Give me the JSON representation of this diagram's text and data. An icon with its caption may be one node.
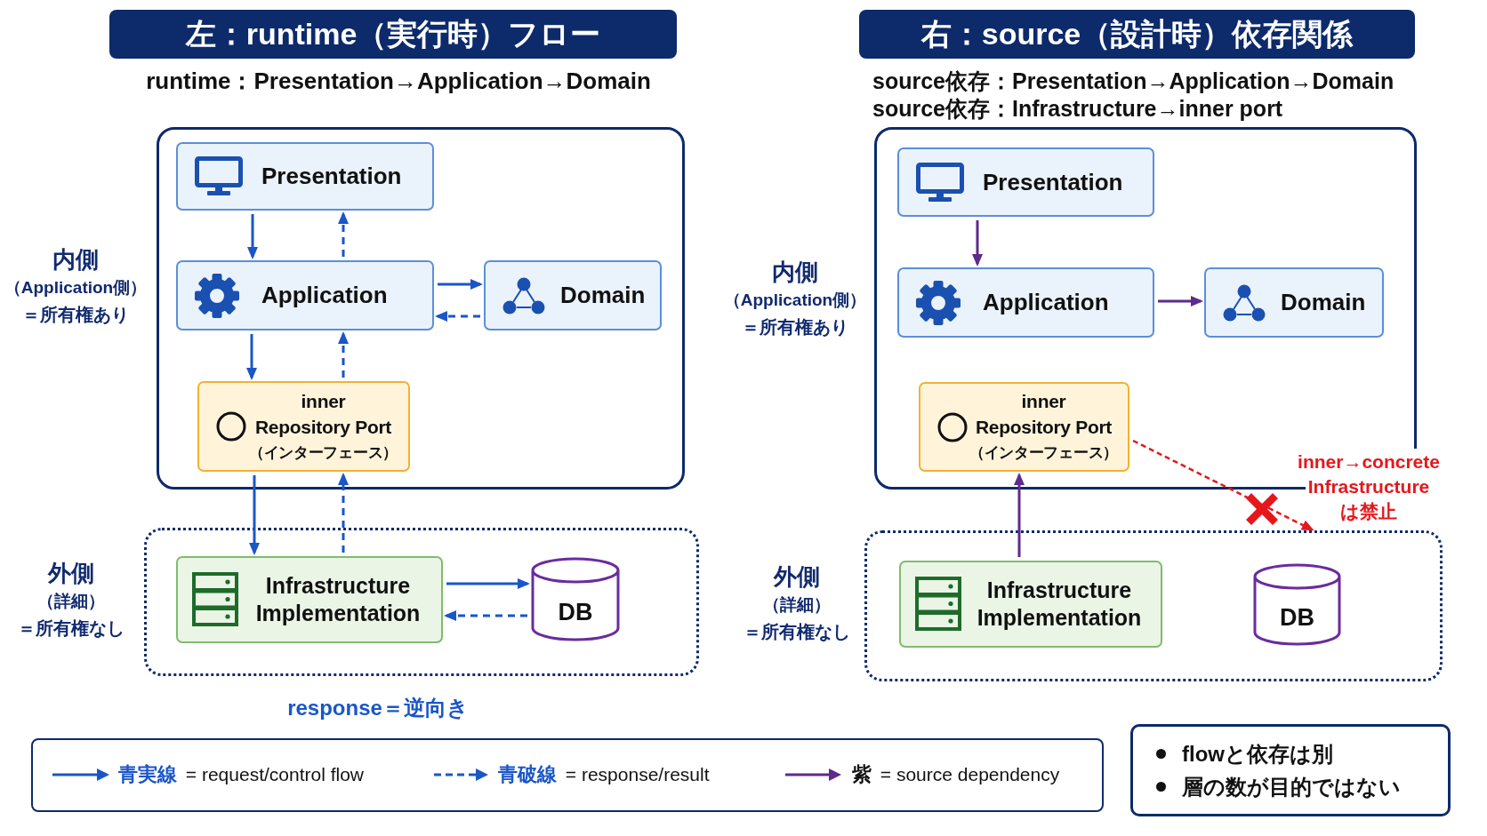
{
  "diagram": {
    "nodes": [
      {
        "text": [
          "左：runtime（実行時）フロー"
        ]
      },
      {
        "text": [],
        "shape": "box",
        "beside": [
          "内側",
          "（Application側）",
          "＝所有権あり"
        ]
      },
      {
        "text": [
          "Presentation"
        ],
        "in": 1
      },
      {
        "text": [
          "Application"
        ],
        "in": 1
      },
      {
        "text": [
          "Domain"
        ],
        "in": 1
      },
      {
        "text": [
          "inner",
          "Repository Port",
          "（インターフェース）"
        ],
        "in": 1
      },
      {
        "text": [],
        "shape": "box",
        "beside": [
          "外側",
          "（詳細）",
          "＝所有権なし"
        ]
      },
      {
        "text": [
          "Infrastructure Implementation"
        ],
        "in": 6
      },
      {
        "text": [
          "DB"
        ],
        "in": 6
      },
      {
        "text": [
          "右：source（設計時）依存関係"
        ]
      },
      {
        "text": [],
        "shape": "box",
        "beside": [
          "内側",
          "（Application側）",
          "＝所有権あり"
        ]
      },
      {
        "text": [
          "Presentation"
        ],
        "in": 10
      },
      {
        "text": [
          "Application"
        ],
        "in": 10
      },
      {
        "text": [
          "Domain"
        ],
        "in": 10
      },
      {
        "text": [
          "inner",
          "Repository Port",
          "（インターフェース）"
        ],
        "in": 10
      },
      {
        "text": [],
        "shape": "box",
        "beside": [
          "外側",
          "（詳細）",
          "＝所有権なし"
        ]
      },
      {
        "text": [
          "Infrastructure Implementation"
        ],
        "in": 15
      },
      {
        "text": [
          "DB"
        ],
        "in": 15
      },
      {
        "text": [
          "flowと依存は別",
          "層の数が目的ではない"
        ]
      }
    ],
    "edges": [
      {
        "from": 2,
        "to": 3,
        "arrow": "to"
      },
      {
        "from": 3,
        "to": 2,
        "arrow": "to",
        "style": "dashed"
      },
      {
        "from": 3,
        "to": 4,
        "arrow": "to"
      },
      {
        "from": 4,
        "to": 3,
        "arrow": "to",
        "style": "dashed"
      },
      {
        "from": 3,
        "to": 5,
        "arrow": "to"
      },
      {
        "from": 5,
        "to": 3,
        "arrow": "to",
        "style": "dashed"
      },
      {
        "from": 5,
        "to": 7,
        "arrow": "to"
      },
      {
        "from": 7,
        "to": 5,
        "arrow": "to",
        "style": "dashed"
      },
      {
        "from": 7,
        "to": 8,
        "arrow": "to"
      },
      {
        "from": 8,
        "to": 7,
        "arrow": "to",
        "style": "dashed"
      },
      {
        "from": 11,
        "to": 12,
        "arrow": "to",
        "color": "#5e2a8c"
      },
      {
        "from": 12,
        "to": 13,
        "arrow": "to",
        "color": "#5e2a8c"
      },
      {
        "from": 16,
        "to": 14,
        "arrow": "to",
        "color": "#5e2a8c"
      },
      {
        "from": 14,
        "to": 15,
        "arrow": "to",
        "style": "dashed",
        "color": "#e5171c"
      }
    ],
    "labels": [
      "runtime：Presentation→Application→Domain",
      "source依存：Presentation→Application→Domain",
      "source依存：Infrastructure→inner port",
      "inner→concrete Infrastructure は禁止",
      "response＝逆向き"
    ],
    "legend": [
      {
        "text": "**青実線** = request/control flow"
      },
      {
        "text": "**青破線** = response/result"
      },
      {
        "text": "**紫** = source dependency"
      }
    ]
  }
}
